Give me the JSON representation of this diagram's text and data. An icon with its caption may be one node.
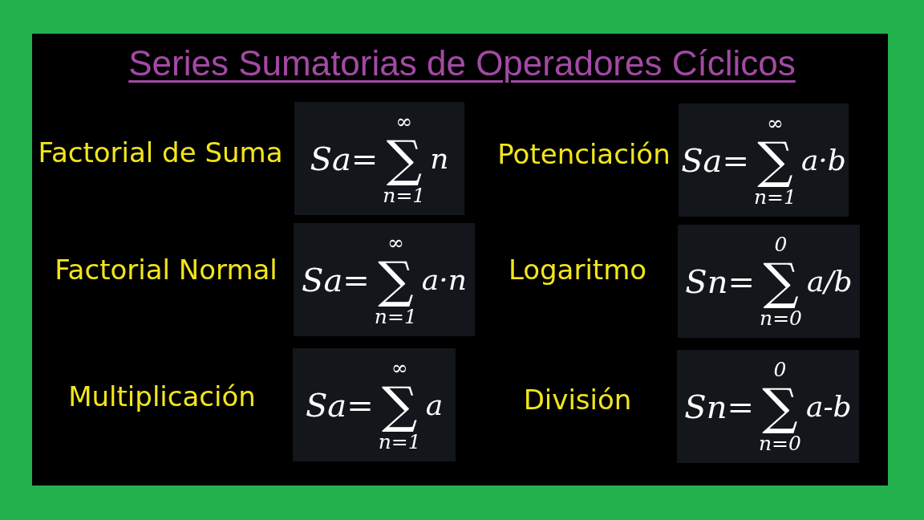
{
  "diagram": {
    "title": "Series Sumatorias de Operadores Cíclicos",
    "nodes": [
      {
        "text": [
          "Sa=",
          "∑",
          "∞",
          "n=1",
          "n"
        ]
      },
      {
        "text": [
          "Sa=",
          "∑",
          "∞",
          "n=1",
          "a·b"
        ]
      },
      {
        "text": [
          "Sa=",
          "∑",
          "∞",
          "n=1",
          "a·n"
        ]
      },
      {
        "text": [
          "Sn=",
          "∑",
          "0",
          "n=0",
          "a/b"
        ]
      },
      {
        "text": [
          "Sa=",
          "∑",
          "∞",
          "n=1",
          "a"
        ]
      },
      {
        "text": [
          "Sn=",
          "∑",
          "0",
          "n=0",
          "a-b"
        ]
      }
    ],
    "labels": [
      "Factorial de Suma",
      "Potenciación",
      "Factorial Normal",
      "Logaritmo",
      "Multiplicación",
      "División"
    ]
  }
}
